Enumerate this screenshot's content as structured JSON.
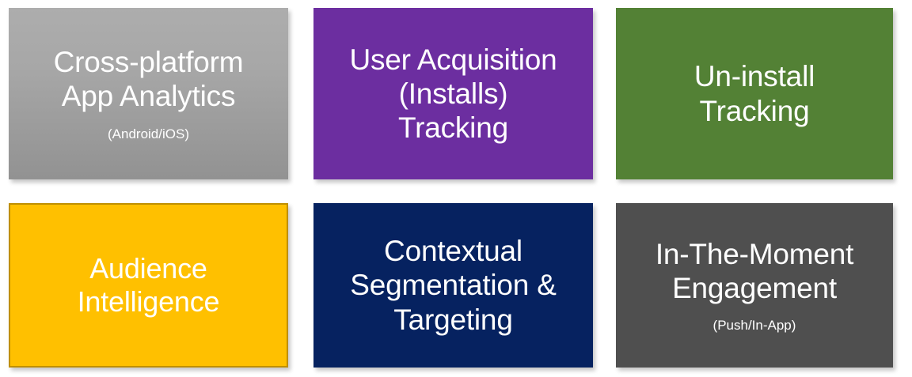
{
  "diagram": {
    "layout": "2-row by 3-column tile grid",
    "columns": 3,
    "rows": 2,
    "background_color": "#FFFFFF",
    "text_color": "#FFFFFF",
    "tiles": [
      {
        "id": "cross-platform-app-analytics",
        "title": "Cross-platform\nApp Analytics",
        "subtitle": "(Android/iOS)",
        "color": "#A7A7A7",
        "color_name": "gray-gradient",
        "row": 1,
        "column": 1
      },
      {
        "id": "user-acquisition-installs-tracking",
        "title": "User Acquisition\n(Installs)\nTracking",
        "subtitle": "",
        "color": "#6C2EA0",
        "color_name": "purple",
        "row": 1,
        "column": 2
      },
      {
        "id": "un-install-tracking",
        "title": "Un-install\nTracking",
        "subtitle": "",
        "color": "#538135",
        "color_name": "green",
        "row": 1,
        "column": 3
      },
      {
        "id": "audience-intelligence",
        "title": "Audience\nIntelligence",
        "subtitle": "",
        "color": "#FFC000",
        "color_name": "amber",
        "border_color": "#BF8F00",
        "row": 2,
        "column": 1
      },
      {
        "id": "contextual-segmentation-targeting",
        "title": "Contextual\nSegmentation &\nTargeting",
        "subtitle": "",
        "color": "#062260",
        "color_name": "navy",
        "row": 2,
        "column": 2
      },
      {
        "id": "in-the-moment-engagement",
        "title": "In-The-Moment\nEngagement",
        "subtitle": "(Push/In-App)",
        "color": "#4F4F4F",
        "color_name": "dark-gray",
        "row": 2,
        "column": 3
      }
    ]
  }
}
